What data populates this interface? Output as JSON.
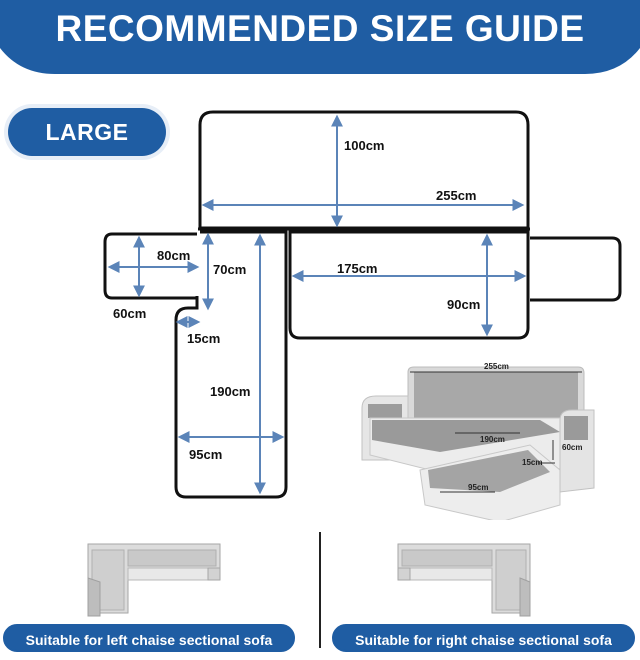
{
  "header": {
    "title": "RECOMMENDED SIZE GUIDE"
  },
  "size_badge": {
    "label": "LARGE"
  },
  "diagram": {
    "dimensions": {
      "back_depth": "100cm",
      "back_width": "255cm",
      "arm_length": "80cm",
      "arm_height": "60cm",
      "chaise_top": "70cm",
      "chaise_gap": "15cm",
      "chaise_length": "190cm",
      "chaise_width": "95cm",
      "seat_width": "175cm",
      "seat_depth": "90cm"
    },
    "photo_labels": {
      "width": "255cm",
      "length": "190cm",
      "arm": "60cm",
      "gap": "15cm",
      "chaise": "95cm"
    }
  },
  "footer": {
    "left_label": "Suitable for left chaise sectional sofa",
    "right_label": "Suitable for right chaise sectional sofa"
  },
  "colors": {
    "brand_blue": "#1f5da3",
    "arrow_blue": "#5b84b8",
    "outline": "#111111"
  }
}
